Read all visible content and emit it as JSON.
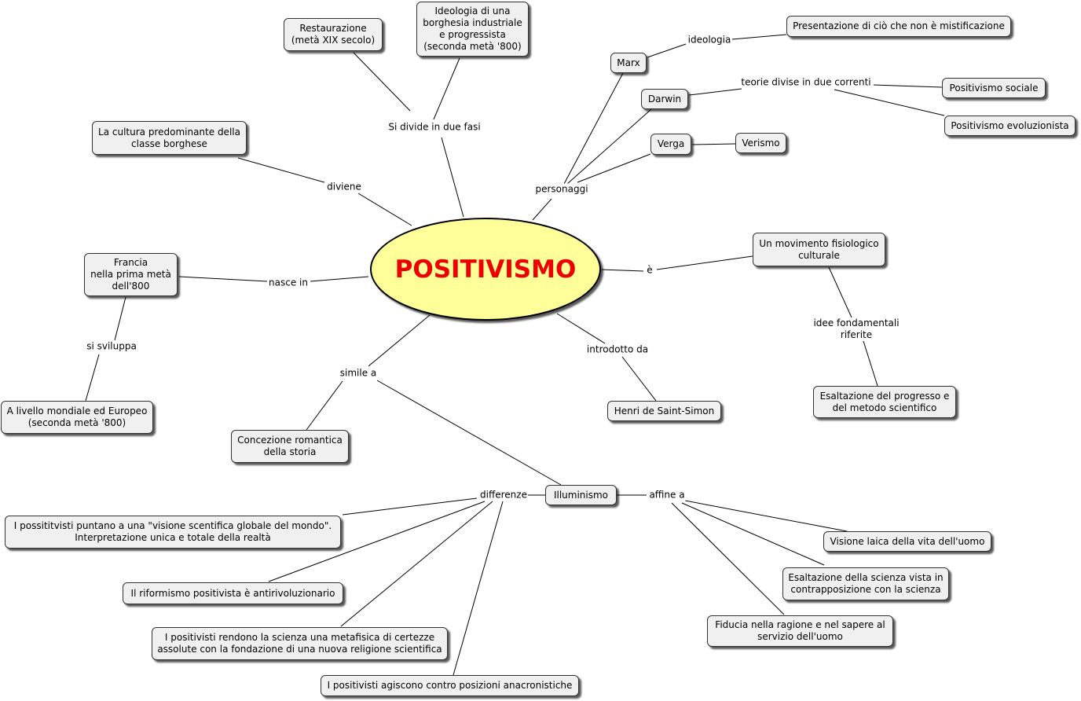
{
  "colors": {
    "central_fill": "#ffff99",
    "central_text": "#ee0000",
    "node_fill": "#f0f0f0",
    "line": "#000000"
  },
  "central": "POSITIVISMO",
  "nodes": {
    "restaurazione": "Restaurazione\n(metà XIX secolo)",
    "ideologia_borghesia": "Ideologia di una\nborghesia industriale\ne progressista\n(seconda metà '800)",
    "cultura": "La cultura predominante della\nclasse borghese",
    "francia": "Francia\nnella prima metà\ndell'800",
    "livello_mondiale": "A livello mondiale ed Europeo\n(seconda metà '800)",
    "marx": "Marx",
    "darwin": "Darwin",
    "verga": "Verga",
    "verismo": "Verismo",
    "presentazione": "Presentazione di ciò che non è mistificazione",
    "pos_sociale": "Positivismo sociale",
    "pos_evoluzionista": "Positivismo evoluzionista",
    "movimento": "Un movimento fisiologico\nculturale",
    "esaltazione_progresso": "Esaltazione del progresso e\ndel metodo scientifico",
    "saint_simon": "Henri de Saint-Simon",
    "concezione": "Concezione romantica\ndella storia",
    "illuminismo": "Illuminismo",
    "diff1": "I possititvisti puntano a una \"visione scentifica globale del mondo\".\nInterpretazione unica e totale della realtà",
    "diff2": "Il riformismo positivista è antirivoluzionario",
    "diff3": "I positivisti rendono la scienza una metafisica di certezze\nassolute con la fondazione di una nuova religione scientifica",
    "diff4": "I positivisti agiscono contro posizioni anacronistiche",
    "visione_laica": "Visione laica della vita dell'uomo",
    "esaltazione_scienza": "Esaltazione della scienza vista in\ncontrapposizione con la scienza",
    "fiducia": "Fiducia nella ragione e nel sapere al\nservizio dell'uomo"
  },
  "labels": {
    "si_divide": "Si divide in due fasi",
    "diviene": "diviene",
    "nasce_in": "nasce in",
    "si_sviluppa": "si sviluppa",
    "personaggi": "personaggi",
    "ideologia": "ideologia",
    "teorie": "teorie divise in due correnti",
    "e": "è",
    "idee": "idee fondamentali\nriferite",
    "introdotto": "introdotto da",
    "simile": "simile a",
    "differenze": "differenze",
    "affine": "affine a"
  }
}
